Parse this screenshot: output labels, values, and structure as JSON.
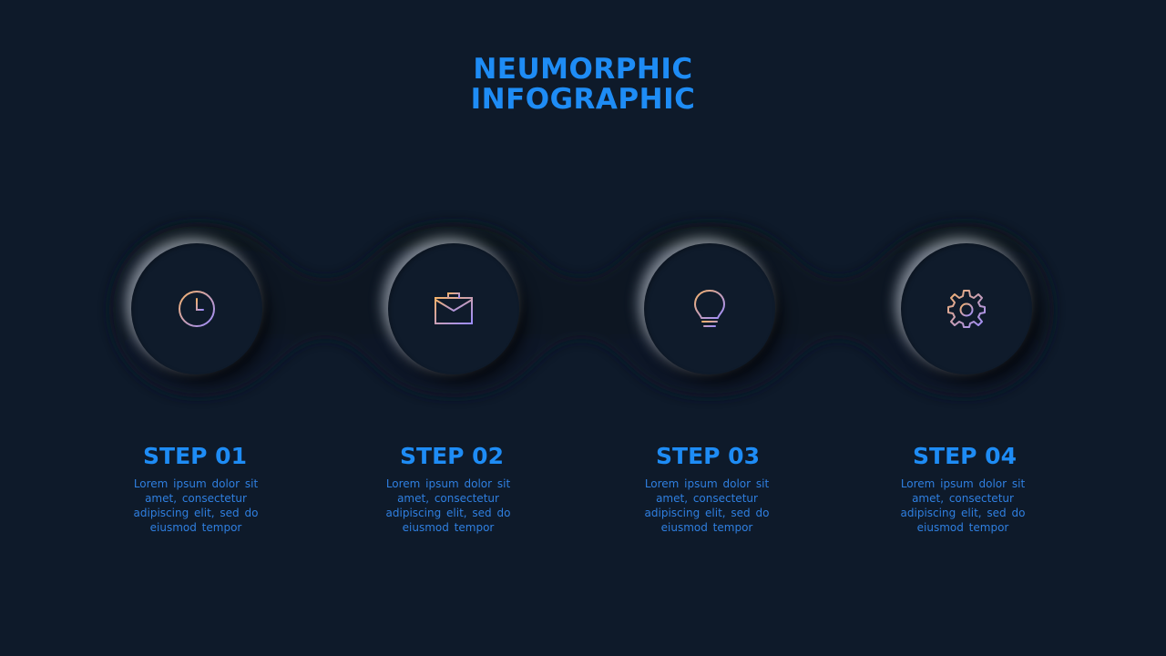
{
  "title": {
    "line1": "NEUMORPHIC",
    "line2": "INFOGRAPHIC"
  },
  "colors": {
    "background": "#0e1a2a",
    "accent": "#1e8cf5",
    "text": "#2f7fe0",
    "icon_gradient_start": "#f5b26b",
    "icon_gradient_end": "#9b8cff"
  },
  "steps": [
    {
      "label": "STEP 01",
      "icon": "clock-icon",
      "description": "Lorem ipsum dolor sit amet, consectetur adipiscing elit, sed do eiusmod tempor"
    },
    {
      "label": "STEP 02",
      "icon": "briefcase-icon",
      "description": "Lorem ipsum dolor sit amet, consectetur adipiscing elit, sed do eiusmod tempor"
    },
    {
      "label": "STEP 03",
      "icon": "lightbulb-icon",
      "description": "Lorem ipsum dolor sit amet, consectetur adipiscing elit, sed do eiusmod tempor"
    },
    {
      "label": "STEP 04",
      "icon": "gear-icon",
      "description": "Lorem ipsum dolor sit amet, consectetur adipiscing elit, sed do eiusmod tempor"
    }
  ]
}
